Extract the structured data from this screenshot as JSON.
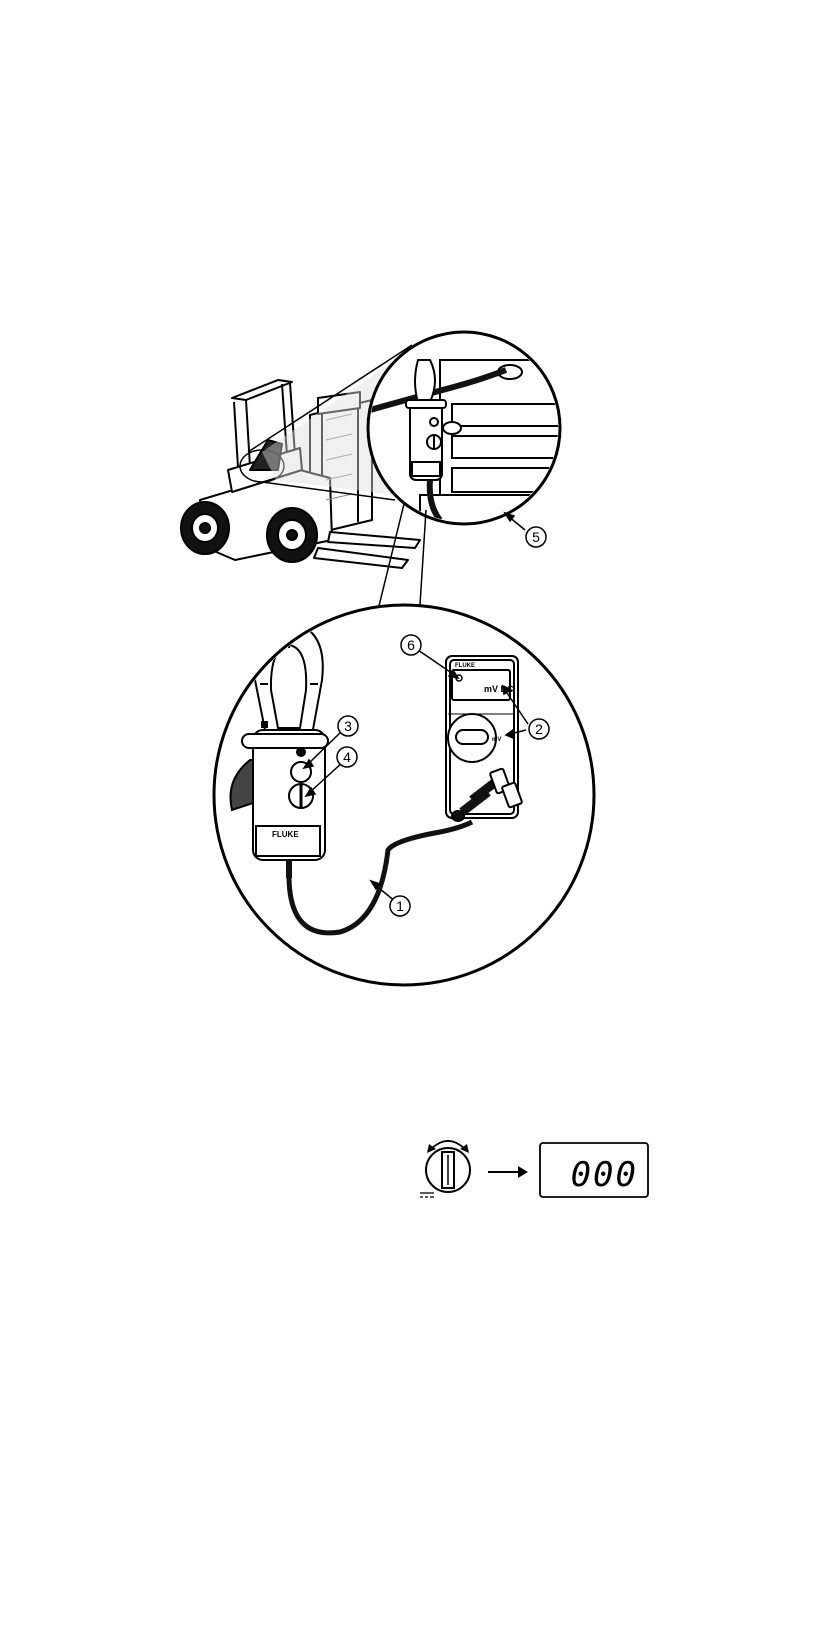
{
  "callouts": [
    {
      "id": "1",
      "label": "1"
    },
    {
      "id": "2",
      "label": "2"
    },
    {
      "id": "3",
      "label": "3"
    },
    {
      "id": "4",
      "label": "4"
    },
    {
      "id": "5",
      "label": "5"
    },
    {
      "id": "6",
      "label": "6"
    }
  ],
  "meter": {
    "brand": "FLUKE",
    "range_label": "mV DC",
    "dial_symbol": "mV"
  },
  "clamp": {
    "brand": "FLUKE"
  },
  "zero_step": {
    "display_value": "000",
    "dc_symbol": "⎓"
  }
}
